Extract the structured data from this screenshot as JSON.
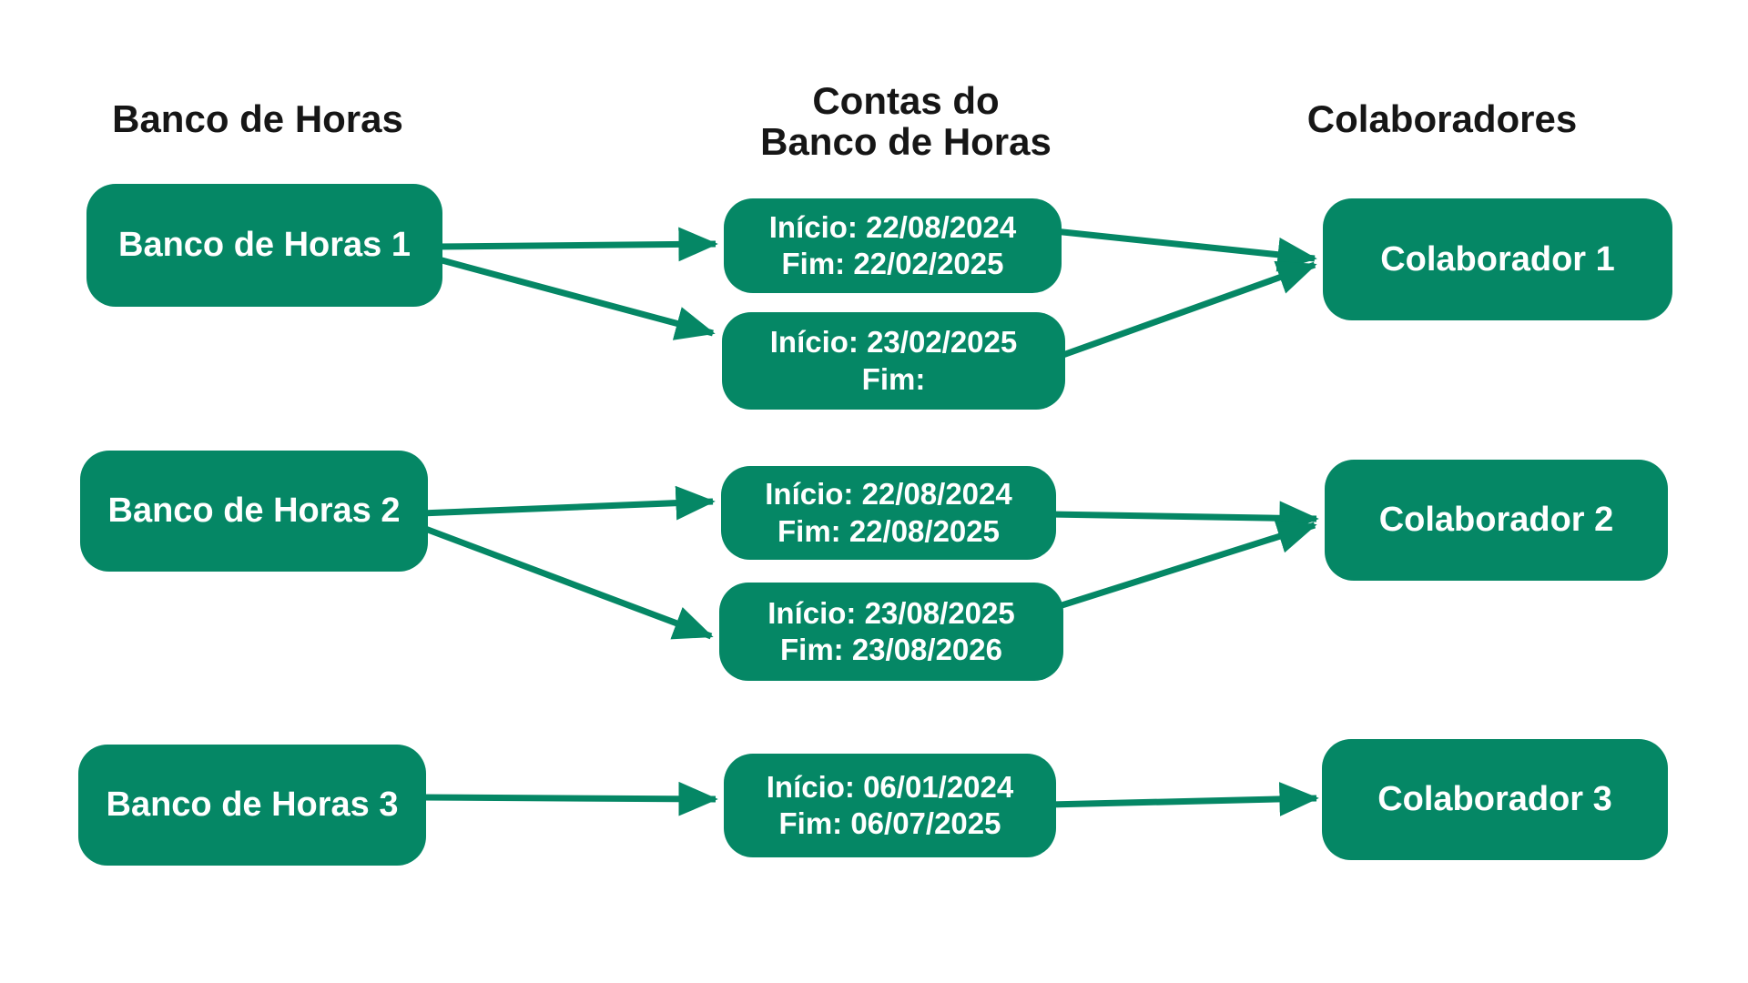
{
  "colors": {
    "accent_green": "#058765",
    "text_on_green": "#ffffff",
    "heading_text": "#161616",
    "background": "#ffffff"
  },
  "headers": {
    "left": "Banco de Horas",
    "middle_line1": "Contas do",
    "middle_line2": "Banco de Horas",
    "right": "Colaboradores"
  },
  "banks": [
    {
      "label": "Banco de Horas 1"
    },
    {
      "label": "Banco de Horas 2"
    },
    {
      "label": "Banco de Horas 3"
    }
  ],
  "accounts": [
    {
      "inicio": "Início: 22/08/2024",
      "fim": "Fim: 22/02/2025"
    },
    {
      "inicio": "Início: 23/02/2025",
      "fim": "Fim:"
    },
    {
      "inicio": "Início: 22/08/2024",
      "fim": "Fim: 22/08/2025"
    },
    {
      "inicio": "Início: 23/08/2025",
      "fim": "Fim: 23/08/2026"
    },
    {
      "inicio": "Início: 06/01/2024",
      "fim": "Fim: 06/07/2025"
    }
  ],
  "collaborators": [
    {
      "label": "Colaborador 1"
    },
    {
      "label": "Colaborador 2"
    },
    {
      "label": "Colaborador 3"
    }
  ],
  "edges": [
    {
      "from": "bank-1",
      "to": "account-1"
    },
    {
      "from": "bank-1",
      "to": "account-2"
    },
    {
      "from": "account-1",
      "to": "collaborator-1"
    },
    {
      "from": "account-2",
      "to": "collaborator-1"
    },
    {
      "from": "bank-2",
      "to": "account-3"
    },
    {
      "from": "bank-2",
      "to": "account-4"
    },
    {
      "from": "account-3",
      "to": "collaborator-2"
    },
    {
      "from": "account-4",
      "to": "collaborator-2"
    },
    {
      "from": "bank-3",
      "to": "account-5"
    },
    {
      "from": "account-5",
      "to": "collaborator-3"
    }
  ]
}
